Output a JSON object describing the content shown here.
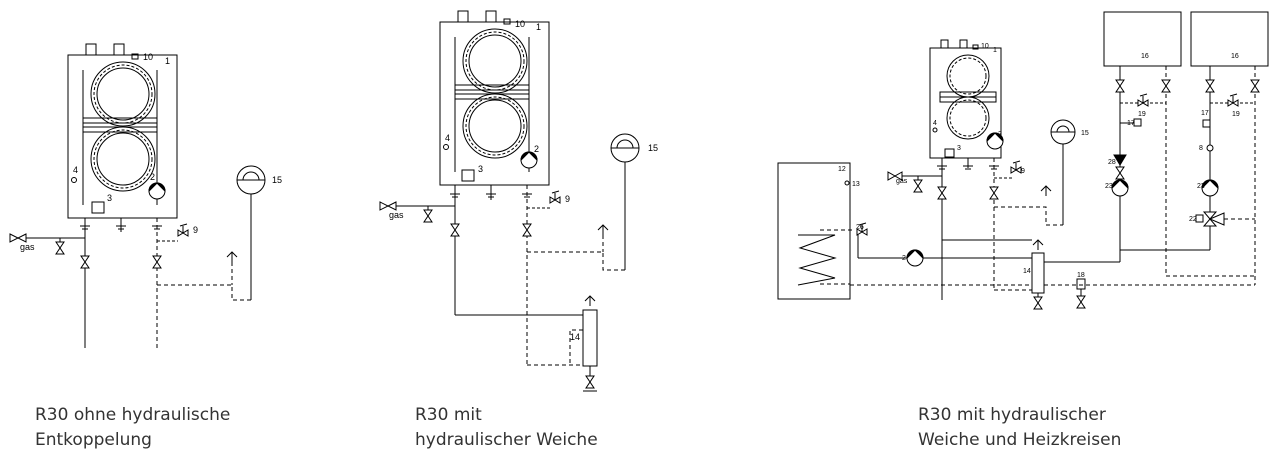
{
  "colors": {
    "line": "#000000",
    "caption": "#333333",
    "background": "#ffffff"
  },
  "labels": {
    "n1": "1",
    "n2": "2",
    "n3": "3",
    "n4": "4",
    "n8": "8",
    "n9": "9",
    "n10": "10",
    "n12": "12",
    "n13": "13",
    "n14": "14",
    "n15": "15",
    "n16": "16",
    "n17": "17",
    "n18": "18",
    "n19": "19",
    "n22": "22",
    "n23": "23",
    "n26": "26",
    "n28": "28",
    "gas": "gas"
  },
  "captions": [
    {
      "line1": "R30 ohne hydraulische",
      "line2": "Entkoppelung"
    },
    {
      "line1": "R30 mit",
      "line2": "hydraulischer Weiche"
    },
    {
      "line1": "R30 mit hydraulischer",
      "line2": "Weiche und Heizkreisen"
    }
  ]
}
